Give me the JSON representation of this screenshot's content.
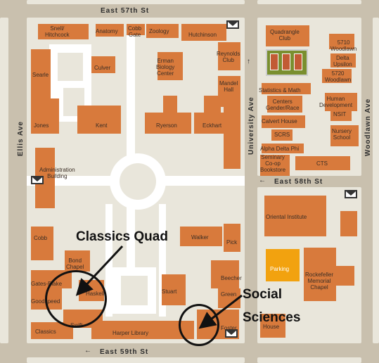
{
  "streets": {
    "e57": "East 57th St",
    "e58": "East 58th St",
    "e59": "East 59th St",
    "ellis": "Ellis Ave",
    "university": "University Ave",
    "woodlawn": "Woodlawn Ave"
  },
  "buildings": {
    "snell": "Snell/\nHitchcock",
    "anatomy": "Anatomy",
    "cobb_gate": "Cobb\nGate",
    "zoology": "Zoology",
    "hutchinson": "Hutchinson",
    "reynolds": "Reynolds\nClub",
    "culver": "Culver",
    "erman": "Erman\nBiology\nCenter",
    "mandel": "Mandel\nHall",
    "searle": "Searle",
    "jones": "Jones",
    "kent": "Kent",
    "ryerson": "Ryerson",
    "eckhart": "Eckhart",
    "admin": "Administration\nBuilding",
    "quadrangle": "Quadrangle\nClub",
    "w5710": "5710\nWoodlawn",
    "delta_upsilon": "Delta\nUpsilon",
    "w5720": "5720\nWoodlawn",
    "stats": "Statistics & Math",
    "centers": "Centers\nGender/Race",
    "human_dev": "Human\nDevelopment",
    "nsit": "NSIT",
    "calvert": "Calvert House",
    "nursery": "Nursery\nSchool",
    "scrs": "SCRS",
    "adp": "Alpha Delta Phi",
    "seminary": "Seminary\nCo-op\nBookstore",
    "cts": "CTS",
    "oriental": "Oriental Institute",
    "cobb": "Cobb",
    "walker": "Walker",
    "pick": "Pick",
    "bond": "Bond\nChapel",
    "gates_blake": "Gates-Blake",
    "haskell": "Haskell",
    "stuart": "Stuart",
    "beecher": "Beecher",
    "green": "Green",
    "goodspeed": "Goodspeed",
    "swift": "Swift",
    "classics": "Classics",
    "harper": "Harper Library",
    "foster": "Foster",
    "parking": "Parking",
    "rockefeller": "Rockefeller\nMemorial\nChapel",
    "ida_noyes": "House"
  },
  "callouts": {
    "classics_quad": "Classics Quad",
    "social_sciences": "Social\nSciences"
  },
  "colors": {
    "building": "#d87a3c",
    "block": "#e9e6db",
    "road_bg": "#c9c0ae",
    "parking": "#f2a20f"
  },
  "icons": [
    "mailbox-icon",
    "arrow-left-icon",
    "arrow-up-icon"
  ]
}
